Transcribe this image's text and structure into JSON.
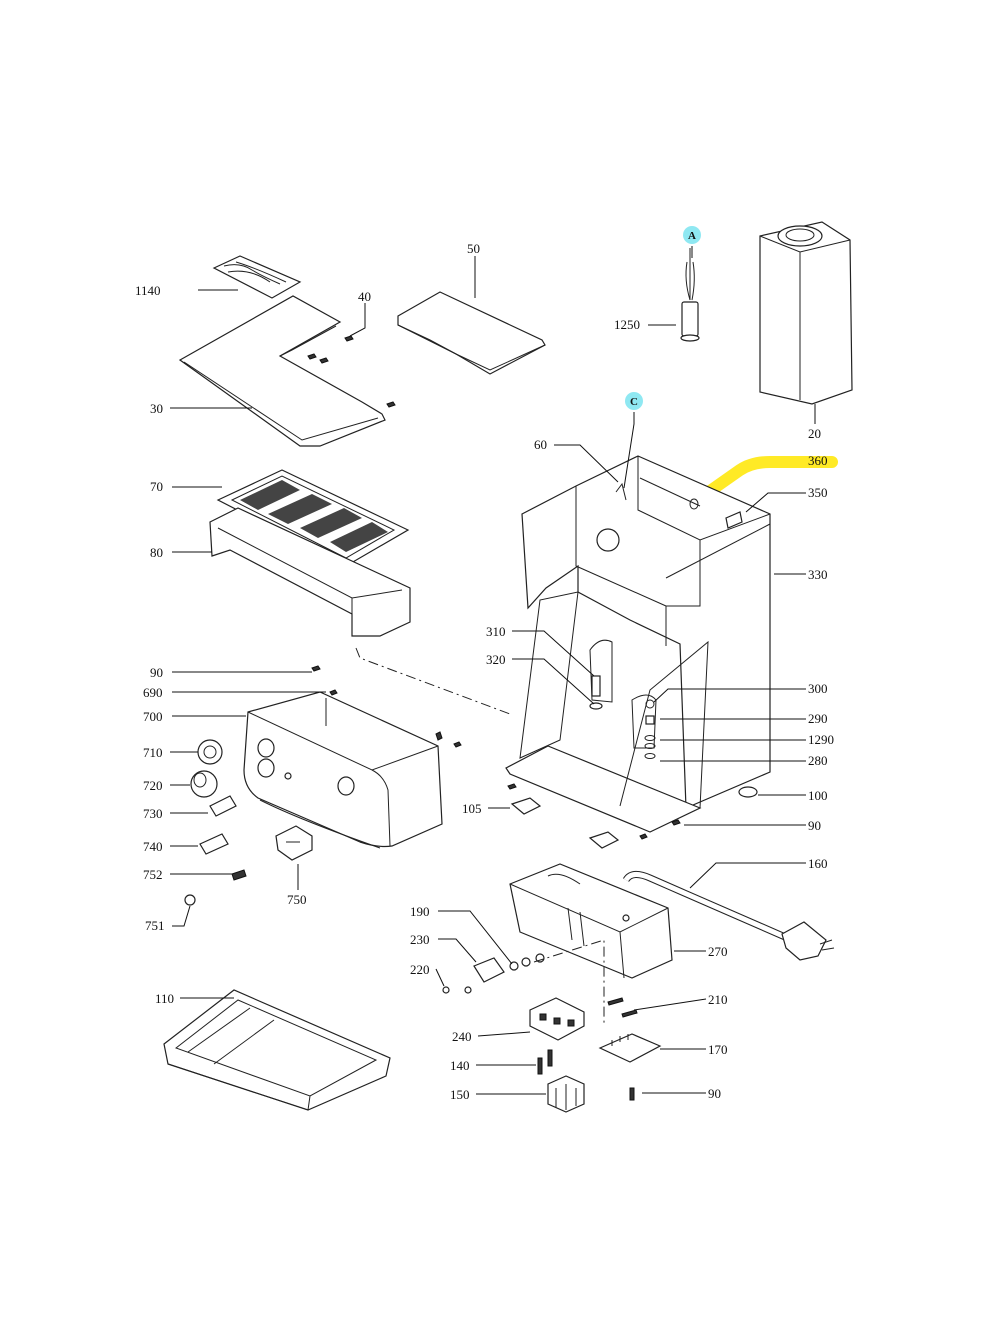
{
  "highlight_color": "#ffe600",
  "bubble_color": "#8fe8f2",
  "bubbles": {
    "a": "A",
    "c": "C"
  },
  "labels": {
    "p1140": "1140",
    "p40": "40",
    "p50": "50",
    "p1250": "1250",
    "p20": "20",
    "p30": "30",
    "p60": "60",
    "p360": "360",
    "p350": "350",
    "p70": "70",
    "p80": "80",
    "p330": "330",
    "p310": "310",
    "p320": "320",
    "p90a": "90",
    "p690": "690",
    "p700": "700",
    "p300": "300",
    "p290": "290",
    "p1290": "1290",
    "p280": "280",
    "p710": "710",
    "p720": "720",
    "p100": "100",
    "p730": "730",
    "p105": "105",
    "p90b": "90",
    "p740": "740",
    "p752": "752",
    "p750": "750",
    "p160": "160",
    "p751": "751",
    "p190": "190",
    "p230": "230",
    "p270": "270",
    "p220": "220",
    "p110": "110",
    "p210": "210",
    "p240": "240",
    "p170": "170",
    "p140": "140",
    "p150": "150",
    "p90c": "90"
  }
}
